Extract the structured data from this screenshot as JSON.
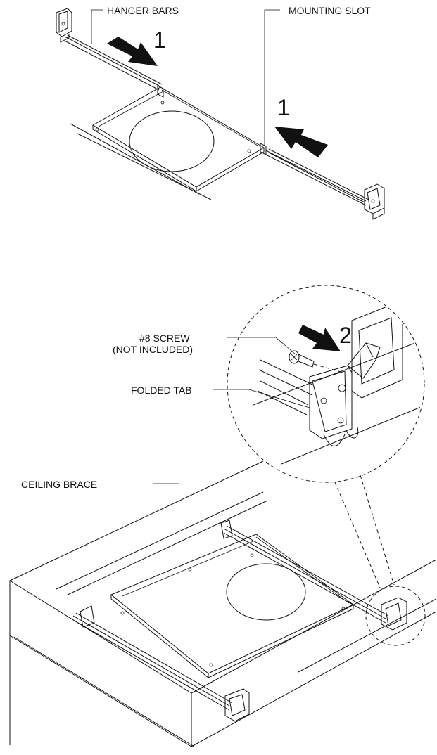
{
  "labels": {
    "hanger_bars": "HANGER BARS",
    "mounting_slot": "MOUNTING SLOT",
    "screw_line1": "#8 SCREW",
    "screw_line2": "(NOT INCLUDED)",
    "folded_tab": "FOLDED TAB",
    "ceiling_brace": "CEILING BRACE"
  },
  "steps": {
    "step1_top": "1",
    "step1_right": "1",
    "step2": "2"
  },
  "colors": {
    "ink": "#111111",
    "background": "#ffffff"
  }
}
